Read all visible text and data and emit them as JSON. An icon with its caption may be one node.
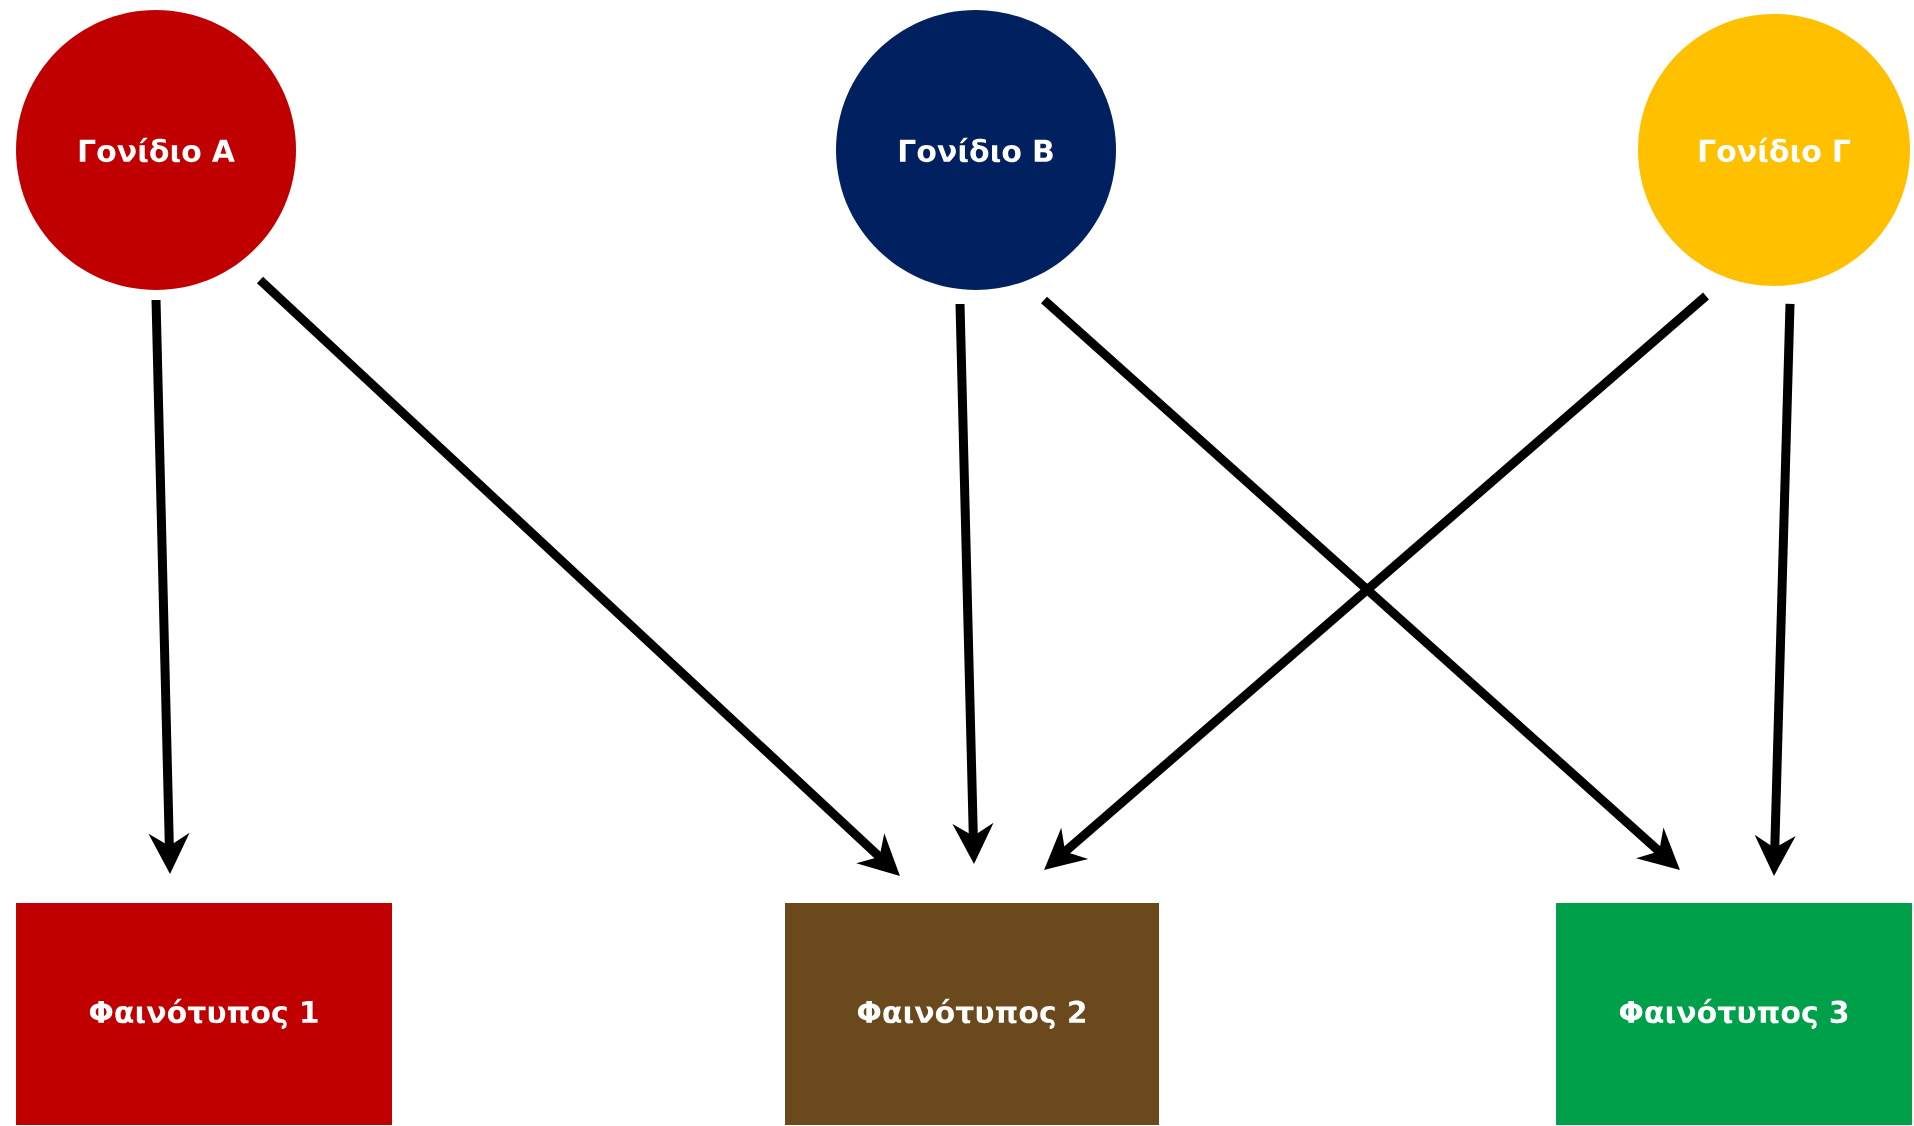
{
  "diagram": {
    "nodes": [
      {
        "text": [
          "Γονίδιο Α"
        ]
      },
      {
        "text": [
          "Γονίδιο Β"
        ]
      },
      {
        "text": [
          "Γονίδιο Γ"
        ]
      },
      {
        "text": [
          "Φαινότυπος 1"
        ]
      },
      {
        "text": [
          "Φαινότυπος 2"
        ]
      },
      {
        "text": [
          "Φαινότυπος 3"
        ]
      }
    ],
    "edges": [
      {
        "from": 0,
        "to": 3,
        "arrow": "to"
      },
      {
        "from": 0,
        "to": 4,
        "arrow": "to"
      },
      {
        "from": 1,
        "to": 4,
        "arrow": "to"
      },
      {
        "from": 1,
        "to": 5,
        "arrow": "to"
      },
      {
        "from": 2,
        "to": 4,
        "arrow": "to"
      },
      {
        "from": 2,
        "to": 5,
        "arrow": "to"
      }
    ]
  }
}
